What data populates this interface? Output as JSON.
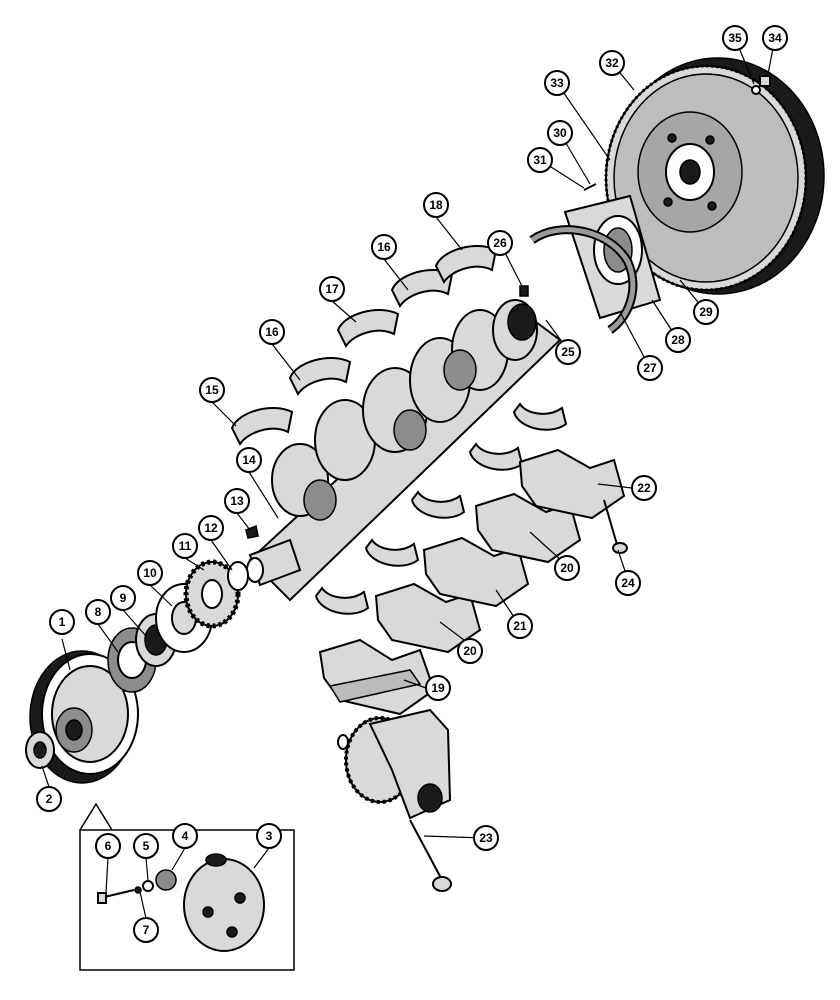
{
  "callouts": {
    "c1": "1",
    "c2": "2",
    "c3": "3",
    "c4": "4",
    "c5": "5",
    "c6": "6",
    "c7": "7",
    "c8": "8",
    "c9": "9",
    "c10": "10",
    "c11": "11",
    "c12": "12",
    "c13": "13",
    "c14": "14",
    "c15": "15",
    "c16a": "16",
    "c16b": "16",
    "c17": "17",
    "c18": "18",
    "c19": "19",
    "c20a": "20",
    "c20b": "20",
    "c21": "21",
    "c22": "22",
    "c23": "23",
    "c24": "24",
    "c25": "25",
    "c26": "26",
    "c27": "27",
    "c28": "28",
    "c29": "29",
    "c30": "30",
    "c31": "31",
    "c32": "32",
    "c33": "33",
    "c34": "34",
    "c35": "35"
  }
}
